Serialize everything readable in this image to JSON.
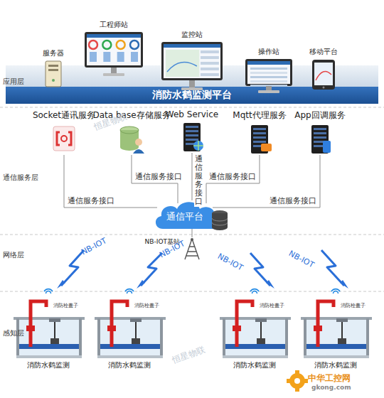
{
  "diagram": {
    "nodes": [
      {
        "text": [
          "消防水鹤监测平台"
        ]
      },
      {
        "text": [
          "服务器"
        ]
      },
      {
        "text": [
          "工程师站"
        ]
      },
      {
        "text": [
          "监控站"
        ]
      },
      {
        "text": [
          "操作站"
        ]
      },
      {
        "text": [
          "移动平台"
        ]
      },
      {
        "text": [
          "Socket通讯服务"
        ]
      },
      {
        "text": [
          "Data base存储服务"
        ]
      },
      {
        "text": [
          "Web Service"
        ]
      },
      {
        "text": [
          "Mqtt代理服务"
        ]
      },
      {
        "text": [
          "App回调服务"
        ]
      },
      {
        "text": [
          "通信平台"
        ]
      },
      {
        "text": [
          "NB-IOT基站"
        ]
      },
      {
        "text": [
          "消防水鹤监测"
        ]
      },
      {
        "text": [
          "消防水鹤监测"
        ]
      },
      {
        "text": [
          "消防水鹤监测"
        ]
      },
      {
        "text": [
          "消防水鹤监测"
        ]
      }
    ],
    "edges": [
      {
        "from": 6,
        "to": 11,
        "label": "通信服务接口",
        "arrow": "none"
      },
      {
        "from": 7,
        "to": 11,
        "label": "通信服务接口",
        "arrow": "none"
      },
      {
        "from": 8,
        "to": 11,
        "label": "通信服务接口",
        "arrow": "none"
      },
      {
        "from": 9,
        "to": 11,
        "label": "通信服务接口",
        "arrow": "none"
      },
      {
        "from": 10,
        "to": 11,
        "label": "通信服务接口",
        "arrow": "none"
      },
      {
        "from": 11,
        "to": 12,
        "arrow": "none"
      }
    ],
    "labels": [
      "应用层",
      "通信服务层",
      "网络层",
      "感知层",
      "NB-IOT",
      "NB-IOT",
      "NB-IOT",
      "NB-IOT",
      "消防栓盖子",
      "消防栓盖子",
      "消防栓盖子",
      "消防栓盖子",
      "恒星物联",
      "恒星物联",
      "中华工控网",
      "gkong.com"
    ]
  }
}
